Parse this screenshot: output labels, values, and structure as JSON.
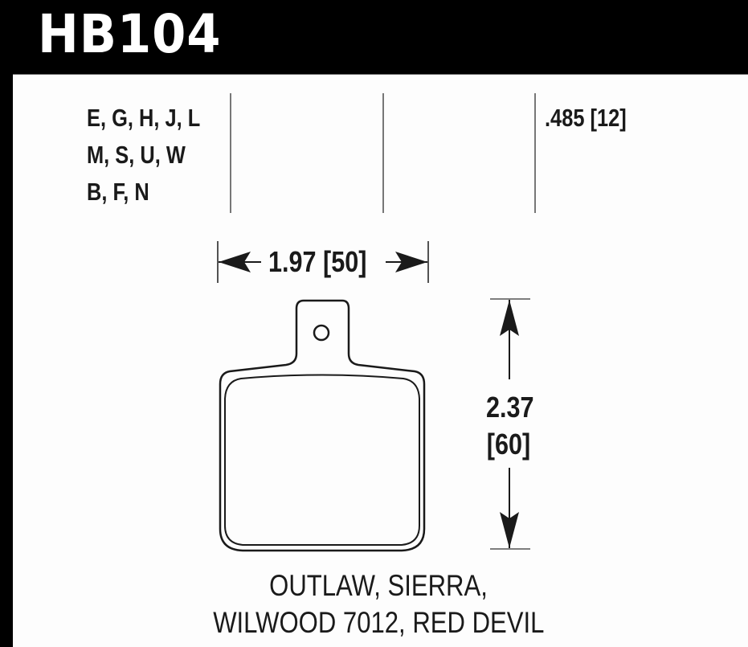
{
  "header": {
    "part_number": "HB104",
    "background_color": "#000000",
    "text_color": "#ffffff"
  },
  "compounds": {
    "lines": [
      "E, G, H, J, L",
      "M, S, U, W",
      "B, F, N"
    ]
  },
  "thickness": {
    "label": ".485 [12]"
  },
  "dimensions": {
    "width": "1.97 [50]",
    "height_line1": "2.37",
    "height_line2": "[60]"
  },
  "applications": {
    "line1": "OUTLAW, SIERRA,",
    "line2": "WILWOOD 7012, RED DEVIL"
  },
  "diagram": {
    "shape": "brake-pad-outline",
    "features": [
      "mounting-tab",
      "mounting-hole",
      "friction-material-inner-outline"
    ]
  }
}
